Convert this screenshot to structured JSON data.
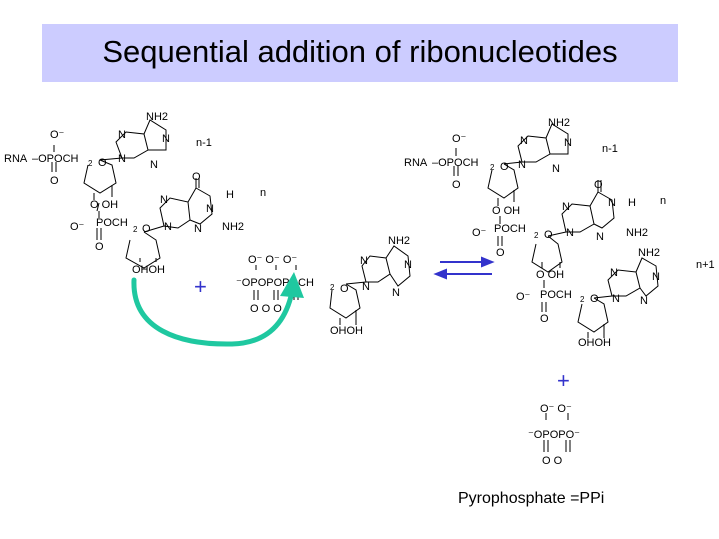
{
  "title": "Sequential addition of ribonucleotides",
  "caption": "Pyrophosphate =PPi",
  "colors": {
    "title_bg": "#ccccff",
    "arrow_green": "#1fc8a0",
    "arrow_blue": "#3333cc",
    "plus_blue": "#3333cc"
  },
  "labels": {
    "rna": "RNA",
    "opoch": "–OPOCH",
    "sub2": "2",
    "o_minus": "O⁻",
    "o": "O",
    "n": "N",
    "h": "H",
    "nh2": "NH2",
    "nh2_side": "NH2",
    "oh": "OH",
    "ohoh": "OHOH",
    "o_oh": "O  OH",
    "n_minus_1": "n-1",
    "n_label": "n",
    "n_plus_1": "n+1",
    "poch": "POCH",
    "ppp_head": "O⁻  O⁻  O⁻",
    "ppp_chain": "⁻OPOPOPOCH",
    "ppp_bottom": "O    O    O",
    "pp_head": "O⁻  O⁻",
    "pp_chain": "⁻OPOPO⁻",
    "pp_bottom": "O    O",
    "plus": "+"
  }
}
